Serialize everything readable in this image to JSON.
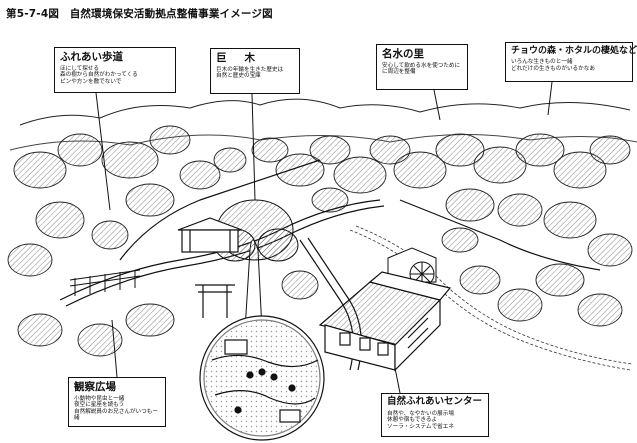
{
  "figure": {
    "title": "第5-7-4図　自然環境保安活動拠点整備事業イメージ図"
  },
  "callouts": {
    "fureai_hodo": {
      "title": "ふれあい歩道",
      "text": "ほにして探せる\n森の樹から自然がわかってくる\nピンや方ンを敷でないで"
    },
    "kyoboku": {
      "title": "巨木",
      "text": "巨木の年輪を生きた歴史は\n自然と歴史の宝庫"
    },
    "meisui": {
      "title": "名水の里",
      "text": "安心して飲める水を使つために\nに周辺を整備"
    },
    "chou_hotaru": {
      "title": "チョウの森・ホタルの棲処など",
      "text": "いろんな生きものと一緒\nどれだけの生きものがいるかなあ"
    },
    "kansatsu": {
      "title": "観察広場",
      "text": "小動物や昆虫と一緒\n夜空に星座を読もう\n自然解説員のお兄さんがいつもー緒"
    },
    "center": {
      "title": "自然ふれあいセンター",
      "text": "自然や、なやかいの展示場\n休憩や宿もできるよ\nソーラ・システムで省エネ"
    }
  }
}
